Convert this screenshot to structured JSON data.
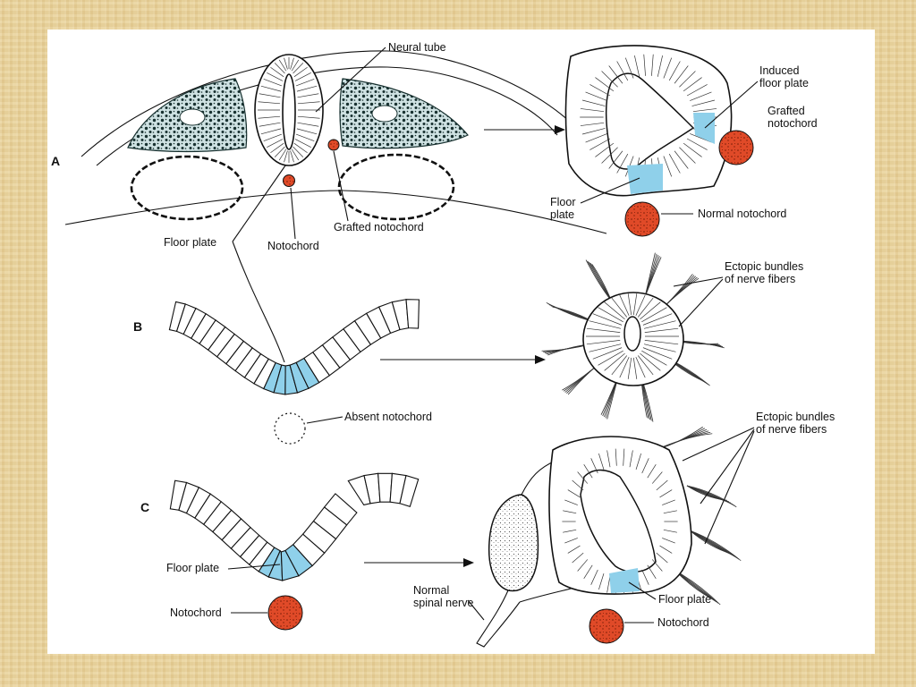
{
  "colors": {
    "background": "#e9d29a",
    "panel": "#ffffff",
    "floor_plate": "#8fd0ea",
    "notochord": "#e04a28",
    "ink": "#111111"
  },
  "labels": {
    "row_a": "A",
    "row_b": "B",
    "row_c": "C",
    "neural_tube": "Neural tube",
    "floor_plate": "Floor plate",
    "notochord": "Notochord",
    "grafted_notochord": "Grafted notochord",
    "induced_floor_plate_1": "Induced",
    "induced_floor_plate_2": "floor plate",
    "grafted_notochord_1": "Grafted",
    "grafted_notochord_2": "notochord",
    "floor_plate_1": "Floor",
    "floor_plate_2": "plate",
    "normal_notochord": "Normal notochord",
    "ectopic_bundles_1": "Ectopic bundles",
    "ectopic_bundles_2": "of nerve fibers",
    "absent_notochord": "Absent notochord",
    "normal_spinal_nerve_1": "Normal",
    "normal_spinal_nerve_2": "spinal nerve"
  }
}
